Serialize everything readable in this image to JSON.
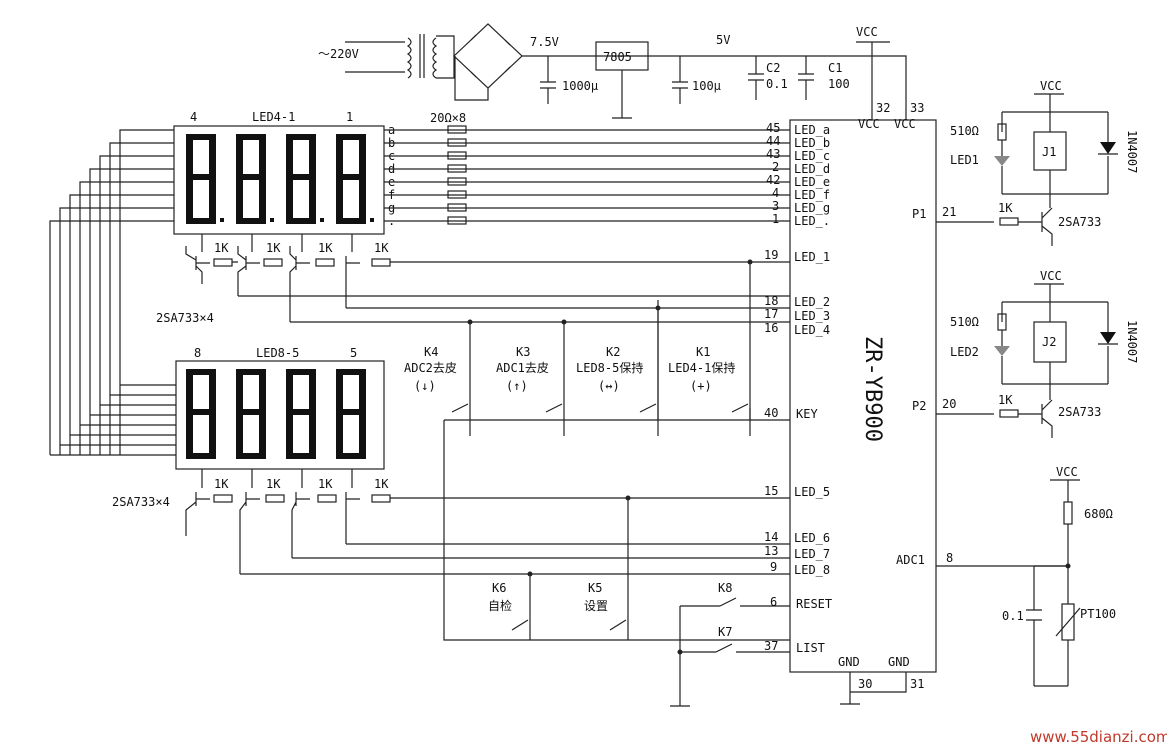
{
  "power": {
    "ac_in": "～220V",
    "v_rect": "7.5V",
    "regulator": "7805",
    "v_out": "5V",
    "vcc": "VCC",
    "cap_1000": "1000μ",
    "cap_100u": "100μ",
    "c2_name": "C2",
    "c2_val": "0.1",
    "c1_name": "C1",
    "c1_val": "100"
  },
  "display_top": {
    "name": "LED4-1",
    "digit_left": "4",
    "digit_right": "1",
    "resistor_array": "20Ω×8",
    "transistors": "2SA733×4",
    "segments": [
      "a",
      "b",
      "c",
      "d",
      "e",
      "f",
      "g",
      "."
    ]
  },
  "display_bottom": {
    "name": "LED8-5",
    "digit_left": "8",
    "digit_right": "5",
    "transistors": "2SA733×4"
  },
  "resistor_1k": "1K",
  "chip": {
    "name": "ZR-YB900",
    "vcc_pins": [
      "32",
      "33"
    ],
    "gnd": "GND",
    "gnd_pins": [
      "30",
      "31"
    ],
    "left_pins": [
      {
        "num": "45",
        "name": "LED_a"
      },
      {
        "num": "44",
        "name": "LED_b"
      },
      {
        "num": "43",
        "name": "LED_c"
      },
      {
        "num": "2",
        "name": "LED_d"
      },
      {
        "num": "42",
        "name": "LED_e"
      },
      {
        "num": "4",
        "name": "LED_f"
      },
      {
        "num": "3",
        "name": "LED_g"
      },
      {
        "num": "1",
        "name": "LED_."
      },
      {
        "num": "19",
        "name": "LED_1"
      },
      {
        "num": "18",
        "name": "LED_2"
      },
      {
        "num": "17",
        "name": "LED_3"
      },
      {
        "num": "16",
        "name": "LED_4"
      },
      {
        "num": "40",
        "name": "KEY"
      },
      {
        "num": "15",
        "name": "LED_5"
      },
      {
        "num": "14",
        "name": "LED_6"
      },
      {
        "num": "13",
        "name": "LED_7"
      },
      {
        "num": "9",
        "name": "LED_8"
      },
      {
        "num": "6",
        "name": "RESET"
      },
      {
        "num": "37",
        "name": "LIST"
      }
    ],
    "right_pins": [
      {
        "num": "21",
        "name": "P1"
      },
      {
        "num": "20",
        "name": "P2"
      },
      {
        "num": "8",
        "name": "ADC1"
      }
    ]
  },
  "keys": [
    {
      "id": "K4",
      "line1": "ADC2去皮",
      "line2": "(↓)"
    },
    {
      "id": "K3",
      "line1": "ADC1去皮",
      "line2": "(↑)"
    },
    {
      "id": "K2",
      "line1": "LED8-5保持",
      "line2": "(↔)"
    },
    {
      "id": "K1",
      "line1": "LED4-1保持",
      "line2": "(+)"
    },
    {
      "id": "K6",
      "line1": "自检",
      "line2": ""
    },
    {
      "id": "K5",
      "line1": "设置",
      "line2": ""
    },
    {
      "id": "K8",
      "line1": "",
      "line2": ""
    },
    {
      "id": "K7",
      "line1": "",
      "line2": ""
    }
  ],
  "relays": [
    {
      "res": "510Ω",
      "led": "LED1",
      "relay": "J1",
      "diode": "1N4007",
      "transistor": "2SA733",
      "r1k": "1K"
    },
    {
      "res": "510Ω",
      "led": "LED2",
      "relay": "J2",
      "diode": "1N4007",
      "transistor": "2SA733",
      "r1k": "1K"
    }
  ],
  "sensor": {
    "vcc": "VCC",
    "resistor": "680Ω",
    "cap": "0.1",
    "probe": "PT100"
  },
  "watermark": "www.55dianzi.com"
}
